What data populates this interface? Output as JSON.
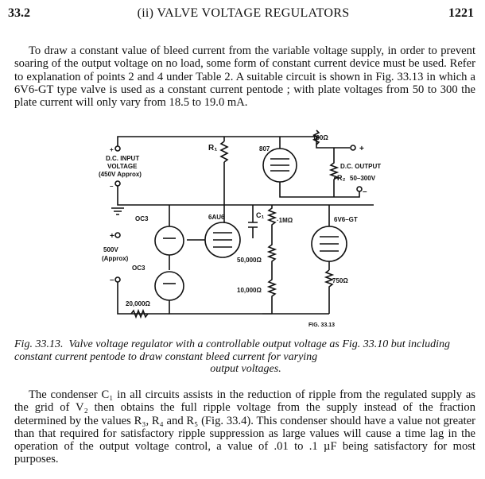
{
  "header": {
    "section": "33.2",
    "title": "(ii) VALVE VOLTAGE REGULATORS",
    "page": "1221"
  },
  "para1": "To draw a constant value of bleed current from the variable voltage supply, in order to prevent soaring of the output voltage on no load, some form of constant current device must be used. Refer to explanation of points 2 and 4 under Table 2. A suitable circuit is shown in Fig. 33.13 in which a 6V6-GT type valve is used as a constant current pentode ; with plate voltages from 50 to 300 the plate current will only vary from 18.5 to 19.0 mA.",
  "figure": {
    "labels": {
      "dc_input_1": "D.C. INPUT",
      "dc_input_2": "VOLTAGE",
      "dc_input_3": "(450V Approx)",
      "plus1": "+",
      "minus1": "–",
      "r1": "R₁",
      "v807": "807",
      "r100": "100Ω",
      "dc_out_1": "D.C. OUTPUT",
      "r2": "R₂",
      "dc_out_2": "50–300V",
      "plus2": "+",
      "minus2": "–",
      "oc3a": "OC3",
      "au6": "6AU6",
      "c1": "C₁",
      "meg": "·1MΩ",
      "v6v6": "6V6–GT",
      "plus3": "+",
      "v500_1": "500V",
      "v500_2": "(Approx)",
      "oc3b": "OC3",
      "minus3": "–",
      "r50k": "50,000Ω",
      "r10k": "10,000Ω",
      "r750": "750Ω",
      "r20k": "20,000Ω",
      "fig": "FIG. 33.13"
    }
  },
  "caption": {
    "label": "Fig. 33.13.",
    "line1": "Valve voltage regulator with a controllable output voltage as Fig. 33.10",
    "line2": "but including constant current pentode to draw constant bleed current for varying",
    "line3": "output voltages."
  },
  "para2": "The condenser C₁ in all circuits assists in the reduction of ripple from the regulated supply as the grid of V₂ then obtains the full ripple voltage from the supply instead of the fraction determined by the values R₃, R₄ and R₅ (Fig. 33.4). This condenser should have a value not greater than that required for satisfactory ripple suppression as large values will cause a time lag in the operation of the output voltage control, a value of .01 to .1 µF being satisfactory for most purposes."
}
